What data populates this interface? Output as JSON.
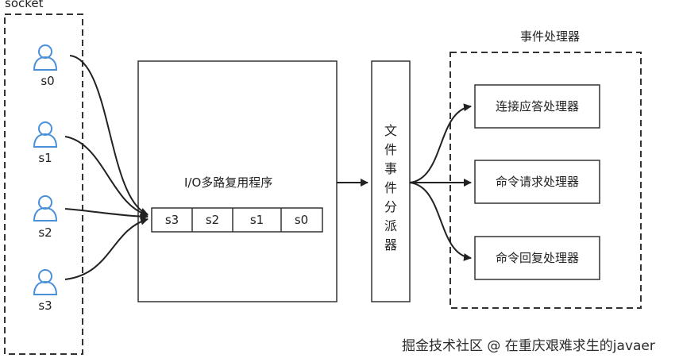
{
  "socket_group": {
    "title": "socket",
    "clients": [
      {
        "label": "s0"
      },
      {
        "label": "s1"
      },
      {
        "label": "s2"
      },
      {
        "label": "s3"
      }
    ]
  },
  "multiplexer": {
    "title": "I/O多路复用程序",
    "queue": [
      "s3",
      "s2",
      "s1",
      "s0"
    ]
  },
  "dispatcher": {
    "chars": [
      "文",
      "件",
      "事",
      "件",
      "分",
      "派",
      "器"
    ]
  },
  "handler_group": {
    "title": "事件处理器",
    "handlers": [
      "连接应答处理器",
      "命令请求处理器",
      "命令回复处理器"
    ]
  },
  "watermark": "掘金技术社区 @ 在重庆艰难求生的javaer",
  "colors": {
    "user_icon": "#4a90d9",
    "line": "#222222",
    "border": "#333333"
  }
}
